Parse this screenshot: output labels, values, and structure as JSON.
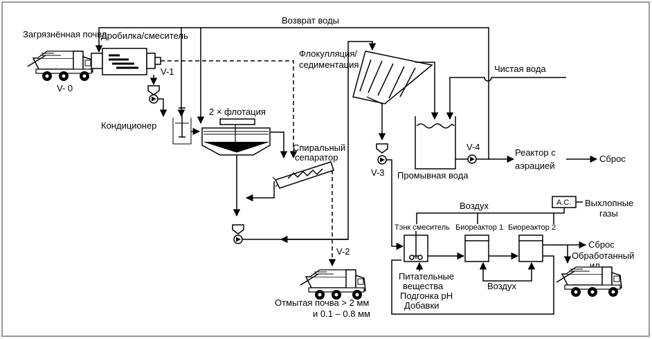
{
  "colors": {
    "line": "#000000",
    "frame": "#9a9a9a",
    "background": "#ffffff"
  },
  "labels": {
    "contaminated_soil": "Загрязнённая почва",
    "crusher_mixer": "Дробилка/смеситель",
    "water_return": "Возврат воды",
    "flocculation": "Флокулляция/",
    "sedimentation": "седиментация",
    "clean_water": "Чистая вода",
    "v0": "V- 0",
    "v1": "V-1",
    "v2": "V-2",
    "v3": "V-3",
    "v4": "V-4",
    "flotation": "2 × флотация",
    "conditioner": "Кондиционер",
    "spiral_separator_1": "Спиральный",
    "spiral_separator_2": "сепаратор",
    "wash_water": "Промывная вода",
    "aeration_reactor_1": "Реактор с",
    "aeration_reactor_2": "аэрацией",
    "discharge_1": "Сброс",
    "air_top": "Воздух",
    "ac": "A.C.",
    "exhaust_1": "Выхлопные",
    "exhaust_2": "газы",
    "mix_tank": "Тэнк смеситель",
    "bioreactor_1": "Биореактор 1",
    "bioreactor_2": "Биореактор 2",
    "discharge_2": "Сброс",
    "treated_sludge_1": "Обработанный",
    "treated_sludge_2": "ил",
    "nutrients_1": "Питательные",
    "nutrients_2": "вещества",
    "ph_adjust": "Подгонка рН",
    "additives": "Добавки",
    "air_bottom": "Воздух",
    "washed_soil_1": "Отмытая почва > 2 мм",
    "washed_soil_2": "и  0.1 – 0.8 мм"
  },
  "icons": [
    "dump-truck-icon",
    "pump-icon",
    "valve-icon",
    "mixer-drum-icon",
    "flotation-cell-icon",
    "spiral-separator-icon",
    "lamella-settler-icon",
    "tank-icon",
    "agitator-icon"
  ]
}
